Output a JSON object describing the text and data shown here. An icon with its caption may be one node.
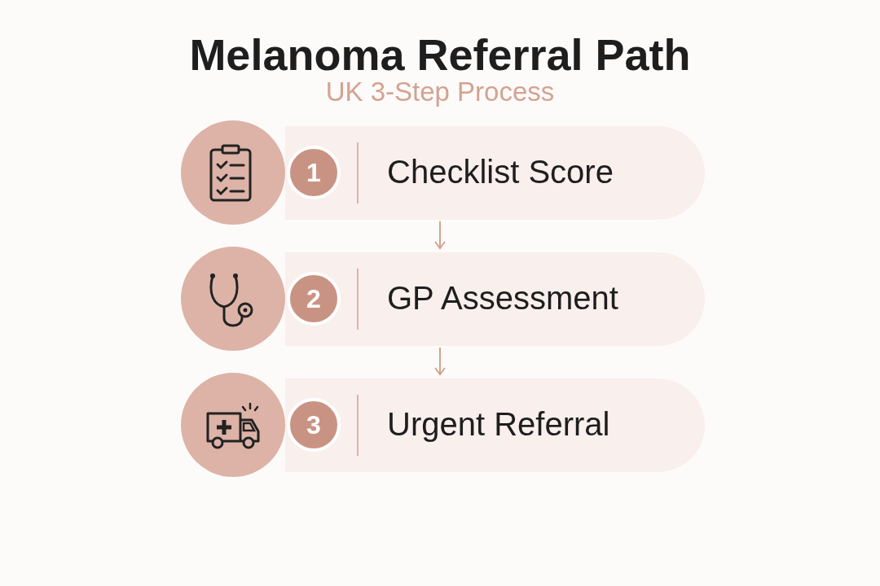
{
  "diagram": {
    "title": "Melanoma Referral Path",
    "caption": "UK 3-Step Process",
    "nodes": [
      {
        "text": [
          "Checklist Score"
        ]
      },
      {
        "text": [
          "1"
        ],
        "in": 0
      },
      {
        "text": [
          "GP Assessment"
        ]
      },
      {
        "text": [
          "2"
        ],
        "in": 2
      },
      {
        "text": [
          "Urgent Referral"
        ]
      },
      {
        "text": [
          "3"
        ],
        "in": 4
      }
    ],
    "edges": [
      {
        "from": 0,
        "to": 2,
        "arrow": "to"
      },
      {
        "from": 2,
        "to": 4,
        "arrow": "to"
      }
    ]
  }
}
